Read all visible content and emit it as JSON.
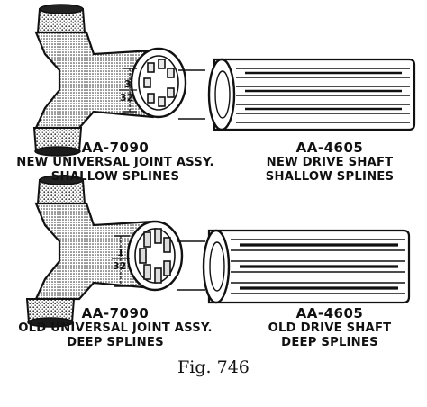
{
  "figure": {
    "caption": "Fig. 746",
    "colors": {
      "ink": "#111111",
      "paper": "#ffffff"
    }
  },
  "top_row": {
    "joint": {
      "part_number": "AA-7090",
      "line1": "NEW UNIVERSAL JOINT ASSY.",
      "line2": "SHALLOW SPLINES",
      "dimension": {
        "whole": "3",
        "denominator": "32"
      }
    },
    "shaft": {
      "part_number": "AA-4605",
      "line1": "NEW DRIVE SHAFT",
      "line2": "SHALLOW SPLINES"
    }
  },
  "bottom_row": {
    "joint": {
      "part_number": "AA-7090",
      "line1": "OLD UNIVERSAL JOINT ASSY.",
      "line2": "DEEP SPLINES",
      "dimension": {
        "whole": "1",
        "denominator": "32"
      }
    },
    "shaft": {
      "part_number": "AA-4605",
      "line1": "OLD DRIVE SHAFT",
      "line2": "DEEP SPLINES"
    }
  }
}
